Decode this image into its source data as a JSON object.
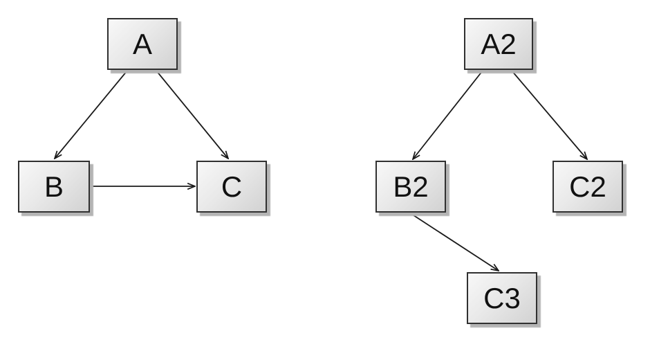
{
  "diagram": {
    "type": "directed-graph",
    "colors": {
      "background": "#ffffff",
      "node_fill_light": "#f8f8f8",
      "node_fill_dark": "#d2d2d2",
      "node_border": "#303030",
      "node_shadow": "#b4b4b4",
      "edge": "#1a1a1a",
      "label_text": "#111111"
    },
    "graphs": [
      {
        "name": "left",
        "nodes": [
          {
            "id": "A",
            "label": "A"
          },
          {
            "id": "B",
            "label": "B"
          },
          {
            "id": "C",
            "label": "C"
          }
        ],
        "edges": [
          {
            "from": "A",
            "to": "B"
          },
          {
            "from": "A",
            "to": "C"
          },
          {
            "from": "B",
            "to": "C"
          }
        ]
      },
      {
        "name": "right",
        "nodes": [
          {
            "id": "A2",
            "label": "A2"
          },
          {
            "id": "B2",
            "label": "B2"
          },
          {
            "id": "C2",
            "label": "C2"
          },
          {
            "id": "C3",
            "label": "C3"
          }
        ],
        "edges": [
          {
            "from": "A2",
            "to": "B2"
          },
          {
            "from": "A2",
            "to": "C2"
          },
          {
            "from": "B2",
            "to": "C3"
          }
        ]
      }
    ]
  }
}
